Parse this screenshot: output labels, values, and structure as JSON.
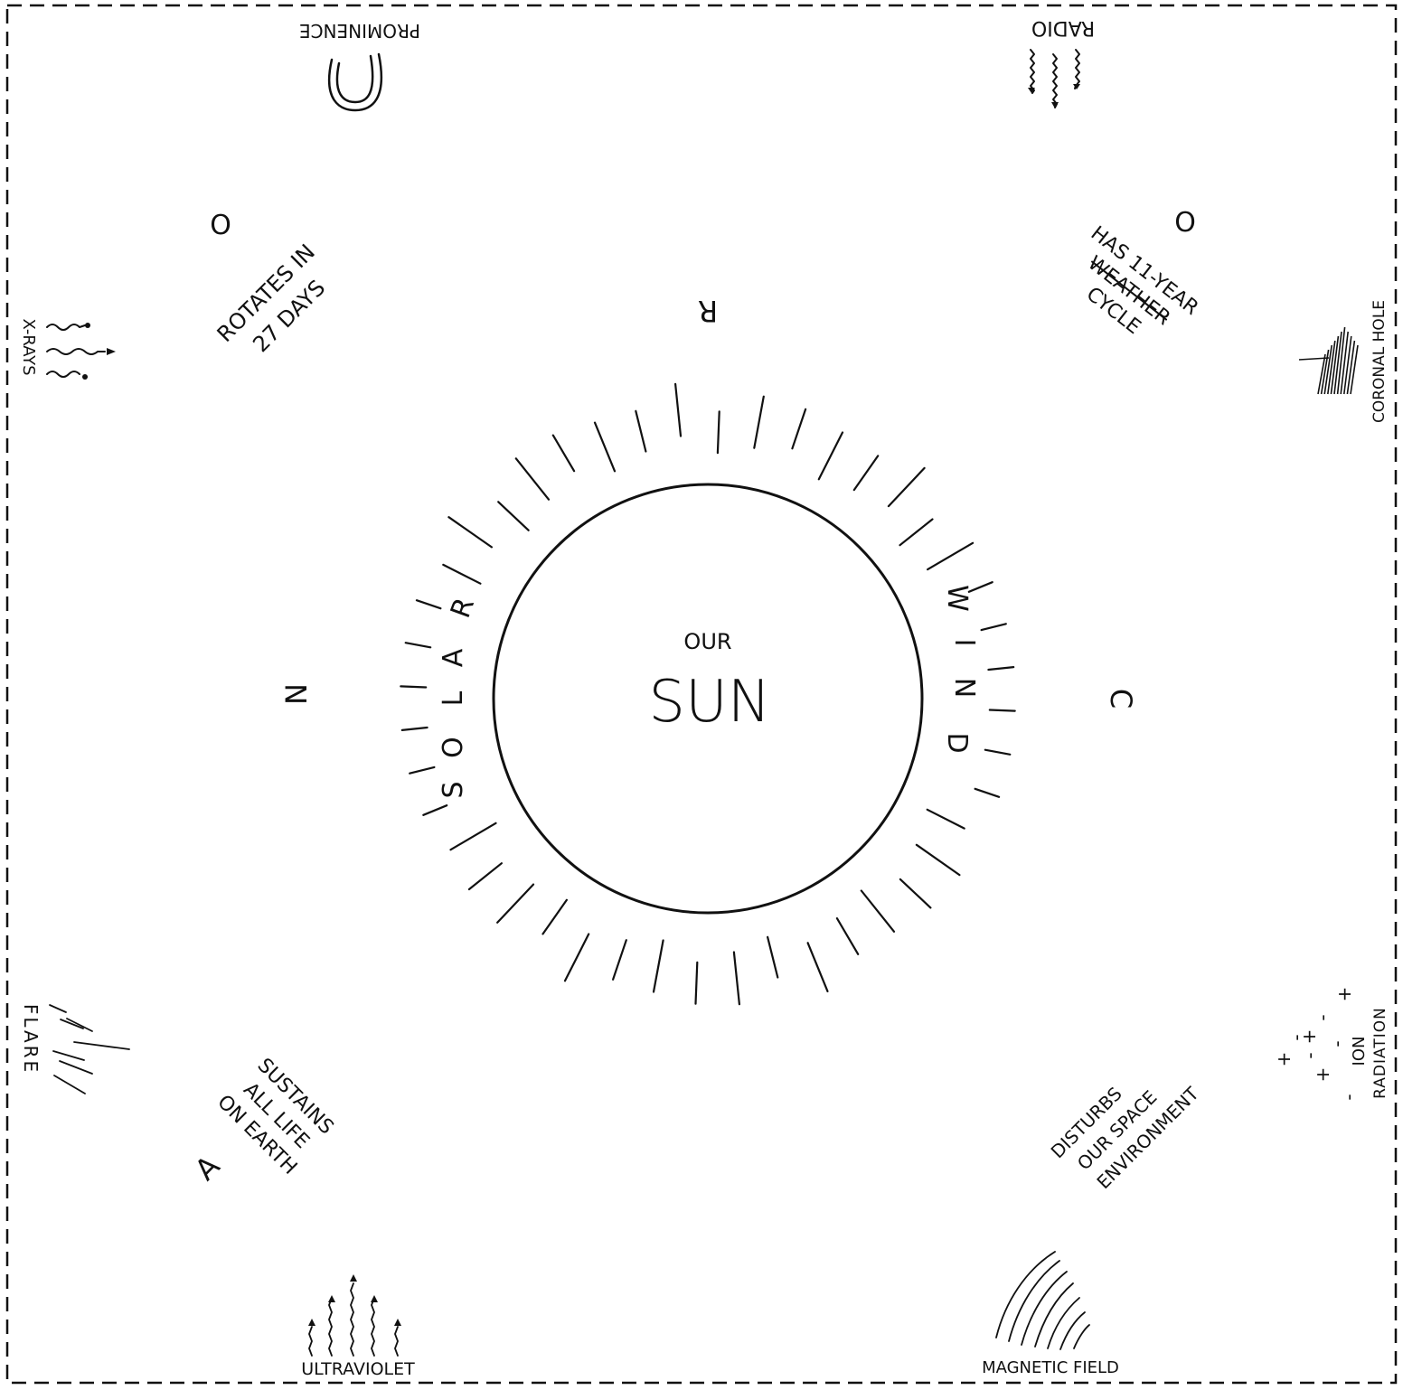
{
  "sun": {
    "small_label": "OUR",
    "big_label": "SUN"
  },
  "ring_words": {
    "solar": [
      "S",
      "O",
      "L",
      "A",
      "R"
    ],
    "wind": [
      "W",
      "I",
      "N",
      "D"
    ]
  },
  "outer_letters": {
    "top_left_o": "O",
    "top_center_r": "R",
    "top_right_o": "O",
    "left_n": "N",
    "right_c": "C",
    "bottom_left_a": "A"
  },
  "phrases": {
    "rotates": [
      "ROTATES IN",
      "27 DAYS"
    ],
    "cycle": [
      "HAS 11-YEAR",
      "WEATHER",
      "CYCLE"
    ],
    "sustains": [
      "SUSTAINS",
      "ALL LIFE",
      "ON EARTH"
    ],
    "disturbs": [
      "DISTURBS",
      "OUR SPACE",
      "ENVIRONMENT"
    ]
  },
  "icons": {
    "prominence": "PROMINENCE",
    "radio": "RADIO",
    "xrays": "X-RAYS",
    "coronal_hole": "CORONAL HOLE",
    "flare": "FLARE",
    "ion_label": "ION",
    "ion_radiation": "RADIATION",
    "ultraviolet": "ULTRAVIOLET",
    "magnetic_field": "MAGNETIC FIELD"
  },
  "colors": {
    "ink": "#111111",
    "paper": "#ffffff"
  }
}
